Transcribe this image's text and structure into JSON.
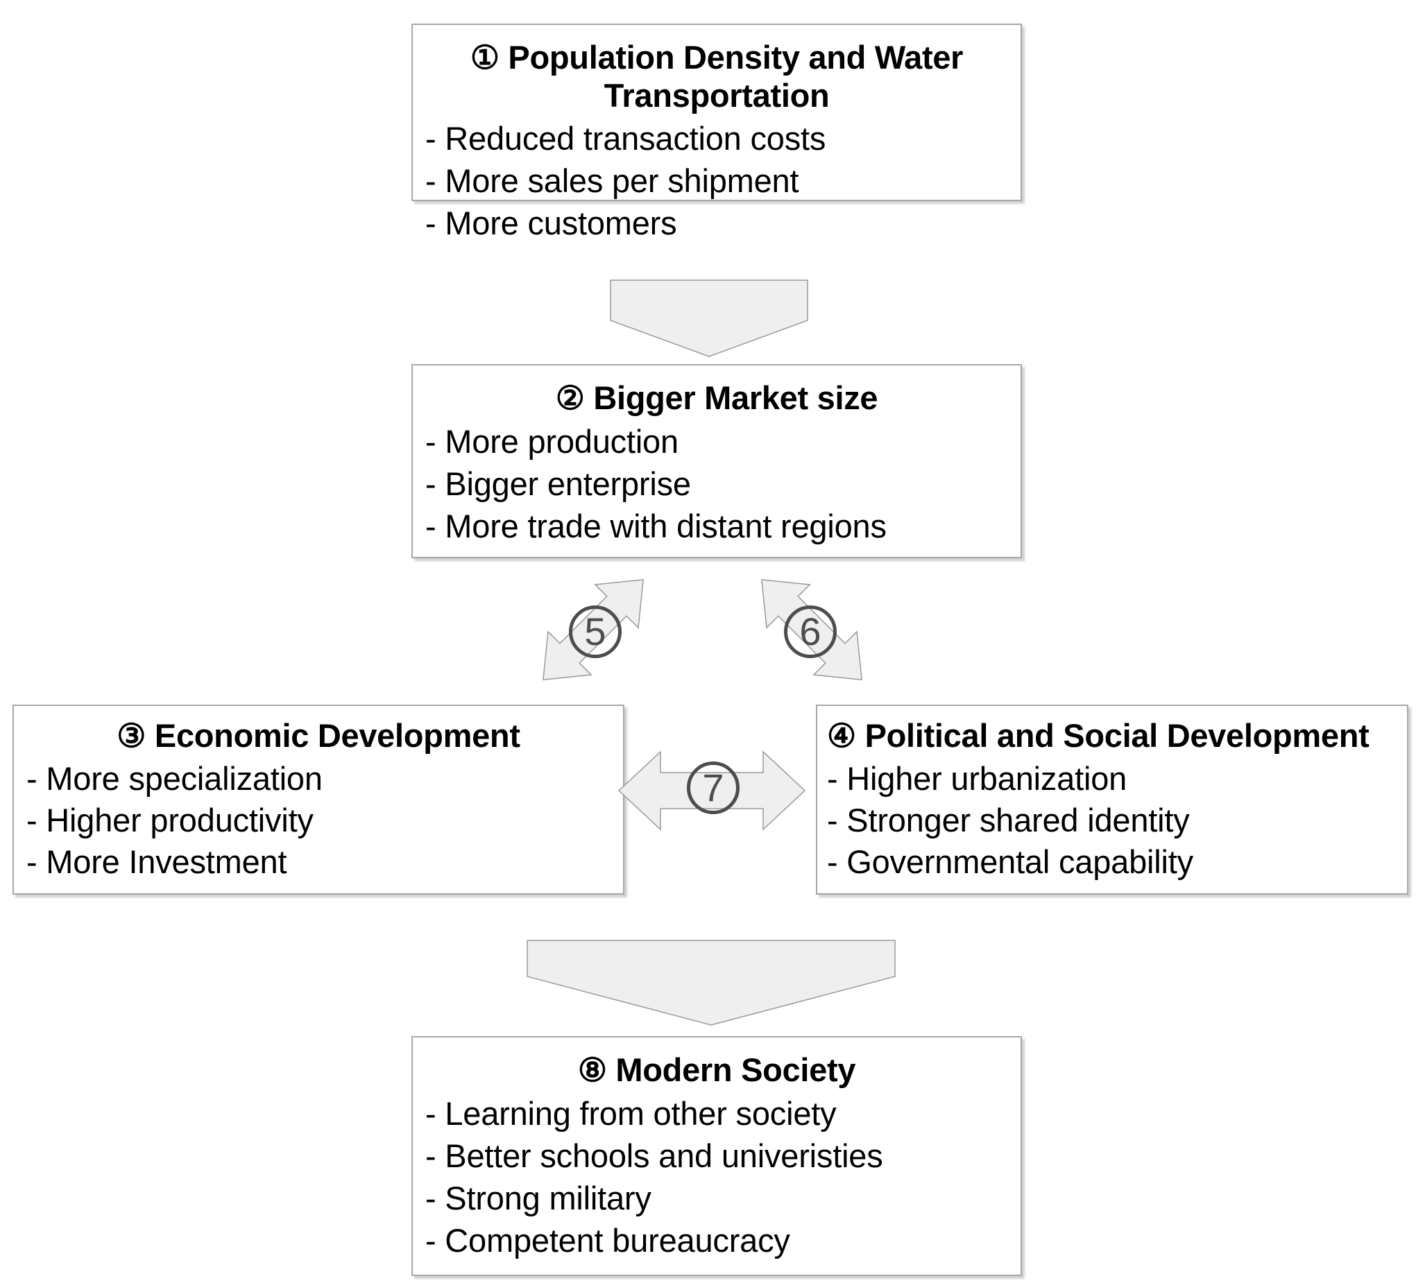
{
  "diagram": {
    "title": "Population Density to Modern Society Causal Flow",
    "background_color": "#ffffff",
    "box_border_color": "#a6a6a6",
    "arrow_fill_color": "#efefef",
    "arrow_stroke_color": "#9a9a9a",
    "badge_color": "#4d4d4d"
  },
  "nodes": [
    {
      "id": "node-1",
      "marker": "①",
      "title": "① Population Density and Water\nTransportation",
      "items": [
        "- Reduced transaction costs",
        "- More sales per shipment",
        "- More customers"
      ]
    },
    {
      "id": "node-2",
      "marker": "②",
      "title": "② Bigger Market size",
      "items": [
        "- More production",
        "- Bigger enterprise",
        "- More trade with distant regions"
      ]
    },
    {
      "id": "node-3",
      "marker": "③",
      "title": "③ Economic Development",
      "items": [
        "- More specialization",
        "- Higher productivity",
        "- More Investment"
      ]
    },
    {
      "id": "node-4",
      "marker": "④",
      "title": "④ Political and Social Development",
      "items": [
        "- Higher urbanization",
        "- Stronger shared identity",
        "- Governmental capability"
      ]
    },
    {
      "id": "node-8",
      "marker": "⑧",
      "title": "⑧ Modern Society",
      "items": [
        "- Learning from other society",
        "- Better schools and univeristies",
        "- Strong military",
        "- Competent bureaucracy"
      ]
    }
  ],
  "connectors": [
    {
      "id": "connector-1-2",
      "label": "",
      "from": "node-1",
      "to": "node-2",
      "style": "down-arrow",
      "bidirectional": false
    },
    {
      "id": "connector-5",
      "label": "⑤",
      "number": "5",
      "from": "node-2",
      "to": "node-3",
      "style": "diagonal-up-right-double",
      "bidirectional": true
    },
    {
      "id": "connector-6",
      "label": "⑥",
      "number": "6",
      "from": "node-2",
      "to": "node-4",
      "style": "diagonal-down-right-double",
      "bidirectional": true
    },
    {
      "id": "connector-7",
      "label": "⑦",
      "number": "7",
      "from": "node-3",
      "to": "node-4",
      "style": "horizontal-double",
      "bidirectional": true
    },
    {
      "id": "connector-down-8",
      "label": "",
      "from": "node-3/node-4",
      "to": "node-8",
      "style": "down-arrow",
      "bidirectional": false
    }
  ]
}
